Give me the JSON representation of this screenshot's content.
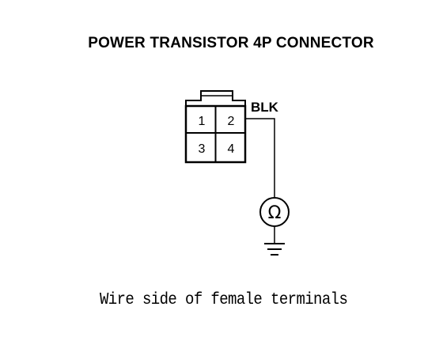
{
  "diagram": {
    "title": "POWER TRANSISTOR 4P CONNECTOR",
    "connector": {
      "terminals": [
        "1",
        "2",
        "3",
        "4"
      ]
    },
    "wire": {
      "color_label": "BLK",
      "terminal": "2"
    },
    "meter": {
      "symbol": "Ω",
      "icon": "ohmmeter-icon"
    },
    "ground": {
      "icon": "ground-icon"
    },
    "caption": "Wire side of female terminals",
    "colors": {
      "ink": "#000000",
      "background": "#ffffff"
    }
  }
}
